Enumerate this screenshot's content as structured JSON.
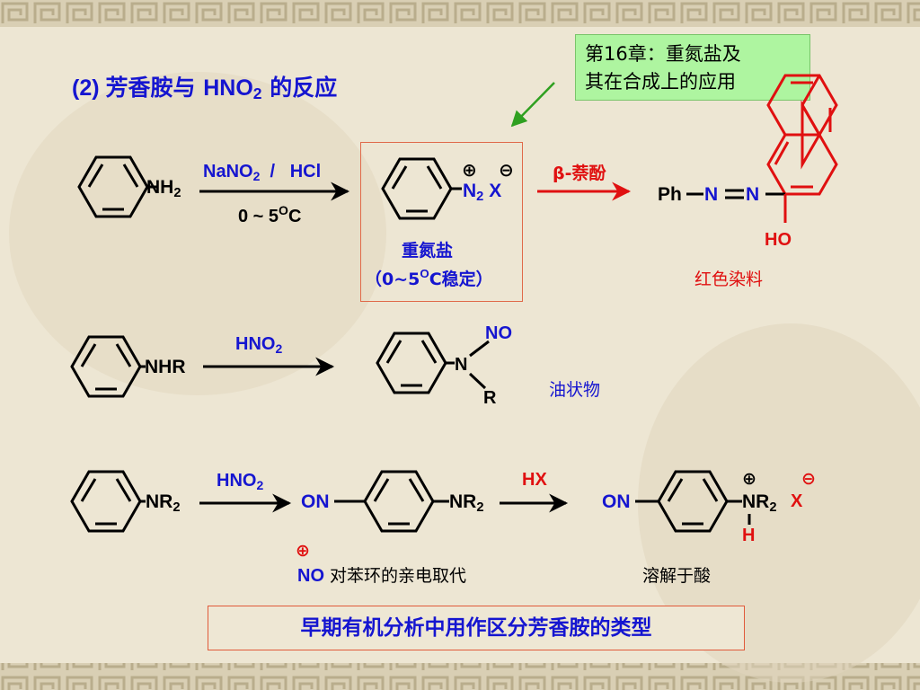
{
  "slide": {
    "title_prefix": "(2) ",
    "title_cn": "芳香胺与 ",
    "title_reagent": "HNO",
    "title_reagent_sub": "2",
    "title_suffix": " 的反应",
    "chapter_line1": "第16章：重氮盐及",
    "chapter_line2": "其在合成上的应用",
    "footer": "早期有机分析中用作区分芳香胺的类型"
  },
  "row1": {
    "amine": "NH",
    "amine_sub": "2",
    "reagent": "NaNO",
    "reagent_sub": "2",
    "reagent_sep": "  /   HCl",
    "condition": "0 ~ 5",
    "condition_sup": "O",
    "condition_unit": "C",
    "charge_plus": "⊕",
    "charge_minus": "⊖",
    "diazo_n": "N",
    "diazo_sub": "2",
    "diazo_x": "X",
    "diazo_name": "重氮盐",
    "stable_open": "（0~5",
    "stable_sup": "O",
    "stable_close": "C稳定）",
    "coupler": "β-萘酚",
    "ph": "Ph",
    "azo_n1": "N",
    "azo_n2": "N",
    "ho": "HO",
    "dye": "红色染料"
  },
  "row2": {
    "amine": "NHR",
    "reagent": "HNO",
    "reagent_sub": "2",
    "no": "NO",
    "n": "N",
    "r": "R",
    "product": "油状物"
  },
  "row3": {
    "amine": "NR",
    "amine_sub": "2",
    "reagent": "HNO",
    "reagent_sub": "2",
    "on": "ON",
    "nr2": "NR",
    "nr2_sub": "2",
    "acid": "HX",
    "on2": "ON",
    "salt_n": "NR",
    "salt_sub": "2",
    "salt_h": "H",
    "salt_x": "X",
    "charge_plus": "⊕",
    "charge_minus": "⊖",
    "no_plus": "⊕",
    "no_label": "NO",
    "no_text": " 对苯环的亲电取代",
    "dissolve": "溶解于酸"
  },
  "colors": {
    "blue": "#1515d0",
    "red": "#e01010",
    "green_box": "#aef5a0",
    "arrow_green": "#2fa020"
  }
}
